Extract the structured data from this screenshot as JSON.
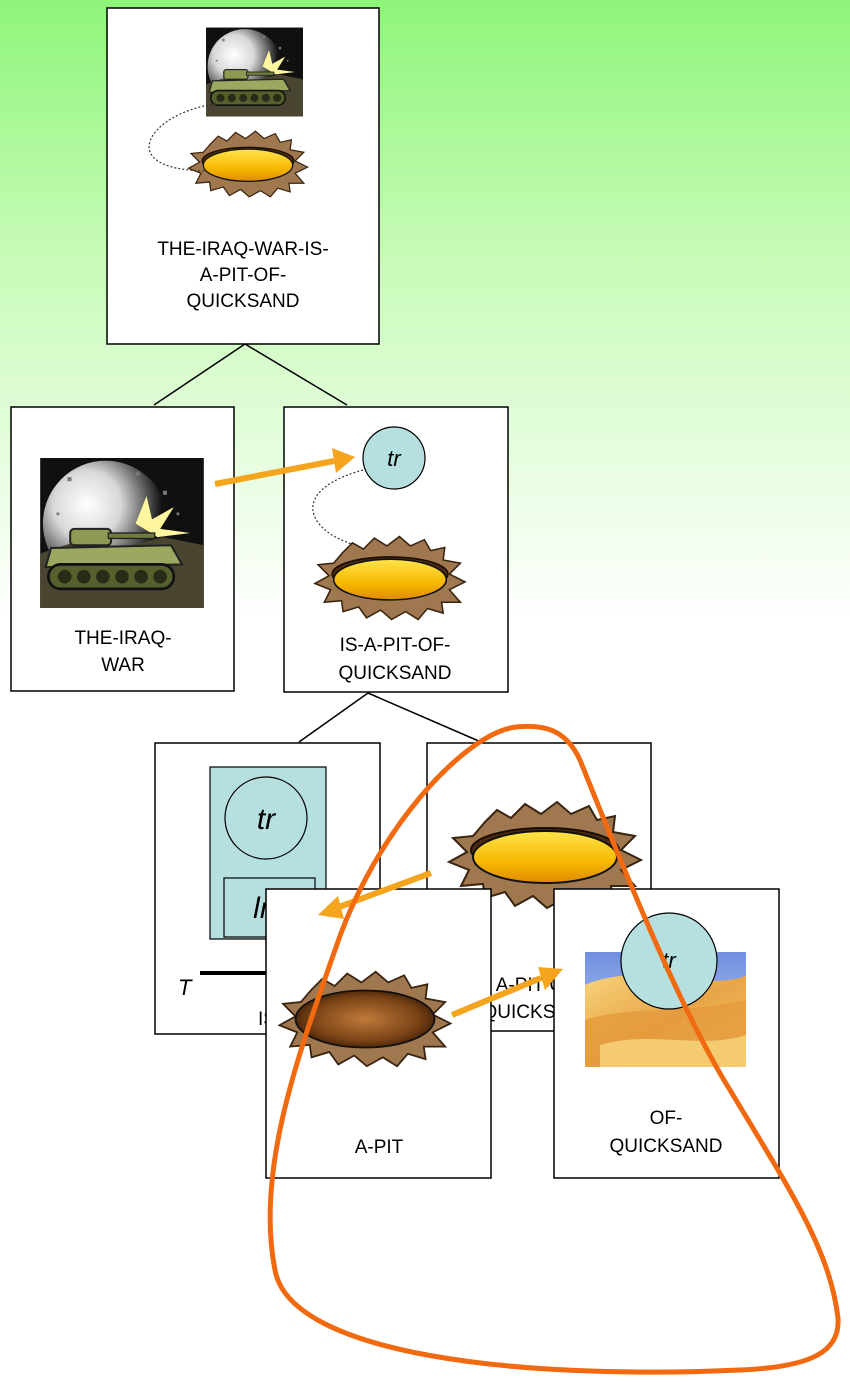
{
  "nodes": {
    "root": {
      "label_lines": [
        "THE-IRAQ-WAR-IS-",
        "A-PIT-OF-",
        "QUICKSAND"
      ]
    },
    "iraq_war": {
      "label_lines": [
        "THE-IRAQ-",
        "WAR"
      ]
    },
    "is_a_pit_of_quicksand": {
      "label_lines": [
        "IS-A-PIT-OF-",
        "QUICKSAND"
      ],
      "tr": "tr"
    },
    "is": {
      "label": "IS",
      "tr": "tr",
      "lm": "lm",
      "time": "T"
    },
    "a_pit_of_quicksand": {
      "label_lines": [
        "A-PIT-OF-",
        "QUICKSAND"
      ]
    },
    "a_pit": {
      "label": "A-PIT"
    },
    "of_quicksand": {
      "label_lines": [
        "OF-",
        "QUICKSAND"
      ],
      "tr": "tr"
    }
  },
  "colors": {
    "arrow": "#f5a41e",
    "highlight": "#f26a10",
    "tr_fill": "#b6dfdf",
    "box_stroke": "#000000"
  }
}
